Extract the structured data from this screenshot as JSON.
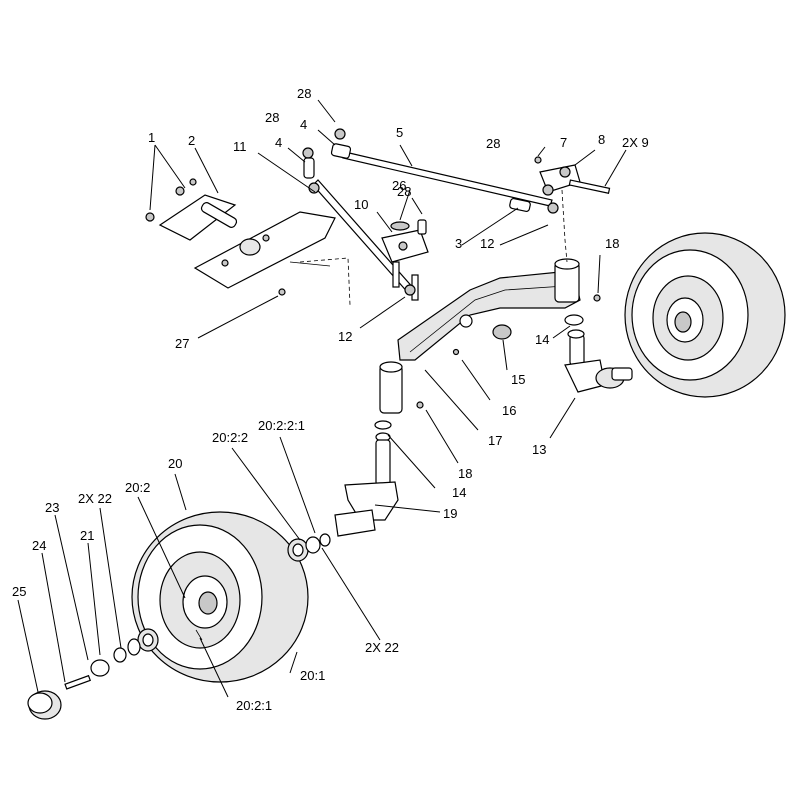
{
  "labels": {
    "l1": "1",
    "l2": "2",
    "l3": "3",
    "l4a": "4",
    "l4b": "4",
    "l5": "5",
    "l7": "7",
    "l8": "8",
    "l9": "2X 9",
    "l10": "10",
    "l11": "11",
    "l12a": "12",
    "l12b": "12",
    "l13": "13",
    "l14a": "14",
    "l14b": "14",
    "l15": "15",
    "l16": "16",
    "l17": "17",
    "l18a": "18",
    "l18b": "18",
    "l19": "19",
    "l20": "20",
    "l20_1": "20:1",
    "l20_2": "20:2",
    "l20_2_1": "20:2:1",
    "l20_2_2": "20:2:2",
    "l20_2_2_1": "20:2:2:1",
    "l21": "21",
    "l22a": "2X 22",
    "l22b": "2X 22",
    "l23": "23",
    "l24": "24",
    "l25": "25",
    "l26": "26",
    "l27": "27",
    "l28a": "28",
    "l28b": "28",
    "l28c": "28",
    "l28d": "28"
  },
  "colors": {
    "line": "#000000",
    "background": "#ffffff",
    "tire": "#e6e6e6",
    "shade": "#c8c8c8"
  }
}
